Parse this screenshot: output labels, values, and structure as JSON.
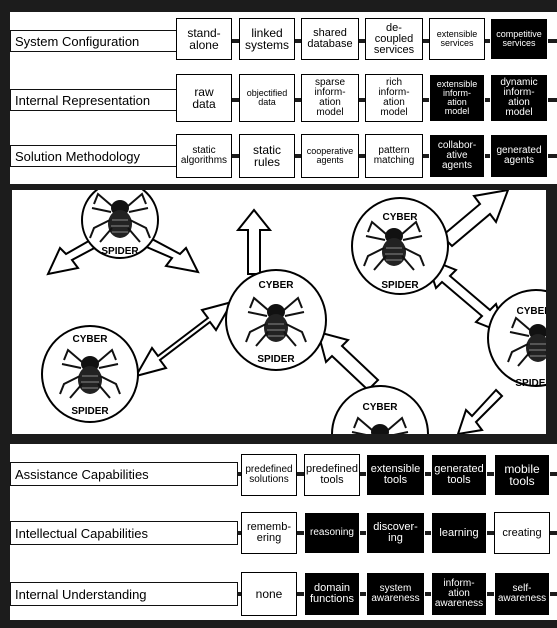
{
  "top_rows": [
    {
      "label": "System Configuration",
      "cells": [
        {
          "text": "stand-\nalone",
          "dark": false
        },
        {
          "text": "linked\nsystems",
          "dark": false
        },
        {
          "text": "shared\ndatabase",
          "dark": false
        },
        {
          "text": "de-\ncoupled\nservices",
          "dark": false
        },
        {
          "text": "extensible\nservices",
          "dark": false
        },
        {
          "text": "competitive\nservices",
          "dark": true
        }
      ]
    },
    {
      "label": "Internal Representation",
      "cells": [
        {
          "text": "raw\ndata",
          "dark": false
        },
        {
          "text": "objectified\ndata",
          "dark": false
        },
        {
          "text": "sparse\ninform-\nation\nmodel",
          "dark": false
        },
        {
          "text": "rich\ninform-\nation\nmodel",
          "dark": false
        },
        {
          "text": "extensible\ninform-\nation\nmodel",
          "dark": true
        },
        {
          "text": "dynamic\ninform-\nation\nmodel",
          "dark": true
        }
      ]
    },
    {
      "label": "Solution Methodology",
      "cells": [
        {
          "text": "static\nalgorithms",
          "dark": false
        },
        {
          "text": "static\nrules",
          "dark": false
        },
        {
          "text": "cooperative\nagents",
          "dark": false
        },
        {
          "text": "pattern\nmatching",
          "dark": false
        },
        {
          "text": "collabor-\native\nagents",
          "dark": true
        },
        {
          "text": "generated\nagents",
          "dark": true
        }
      ]
    }
  ],
  "spider_top": "CYBER",
  "spider_bottom": "SPIDER",
  "bottom_rows": [
    {
      "label": "Assistance Capabilities",
      "cells": [
        {
          "text": "predefined\nsolutions",
          "dark": false
        },
        {
          "text": "predefined\ntools",
          "dark": false
        },
        {
          "text": "extensible\ntools",
          "dark": true
        },
        {
          "text": "generated\ntools",
          "dark": true
        },
        {
          "text": "mobile\ntools",
          "dark": true
        }
      ]
    },
    {
      "label": "Intellectual Capabilities",
      "cells": [
        {
          "text": "rememb-\nering",
          "dark": false
        },
        {
          "text": "reasoning",
          "dark": true
        },
        {
          "text": "discover-\ning",
          "dark": true
        },
        {
          "text": "learning",
          "dark": true
        },
        {
          "text": "creating",
          "dark": false
        }
      ]
    },
    {
      "label": "Internal Understanding",
      "cells": [
        {
          "text": "none",
          "dark": false
        },
        {
          "text": "domain\nfunctions",
          "dark": true
        },
        {
          "text": "system\nawareness",
          "dark": true
        },
        {
          "text": "inform-\nation\nawareness",
          "dark": true
        },
        {
          "text": "self-\nawareness",
          "dark": true
        }
      ]
    }
  ]
}
